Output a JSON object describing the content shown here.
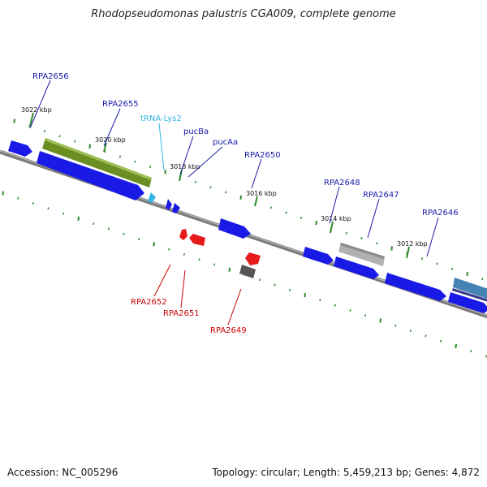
{
  "title": "Rhodopseudomonas palustris CGA009, complete genome",
  "footer": {
    "accession": "Accession: NC_005296",
    "stats": "Topology: circular; Length: 5,459,213 bp; Genes: 4,872"
  },
  "colors": {
    "backbone": "#808080",
    "tick": "#2e8b2e",
    "gene_forward": "#1a1ae6",
    "gene_reverse": "#e61a1a",
    "trna": "#33b5e5",
    "label_forward": "#1a1aa8",
    "label_reverse": "#cc0000",
    "label_trna": "#33b5e5",
    "olive_feature": "#6b8e23",
    "grey_feature": "#b0b0b0",
    "dark_feature": "#555555",
    "steel_feature": "#4682b4"
  },
  "scale_labels": [
    "3022 kbp",
    "3020 kbp",
    "3018 kbp",
    "3016 kbp",
    "3014 kbp",
    "3012 kbp"
  ],
  "gene_labels": [
    {
      "name": "RPA2656",
      "strand": "forward"
    },
    {
      "name": "RPA2655",
      "strand": "forward"
    },
    {
      "name": "tRNA-Lys2",
      "strand": "trna"
    },
    {
      "name": "pucBa",
      "strand": "forward"
    },
    {
      "name": "pucAa",
      "strand": "forward"
    },
    {
      "name": "RPA2650",
      "strand": "forward"
    },
    {
      "name": "RPA2648",
      "strand": "forward"
    },
    {
      "name": "RPA2647",
      "strand": "forward"
    },
    {
      "name": "RPA2646",
      "strand": "forward"
    },
    {
      "name": "RPA2652",
      "strand": "reverse"
    },
    {
      "name": "RPA2651",
      "strand": "reverse"
    },
    {
      "name": "RPA2649",
      "strand": "reverse"
    }
  ]
}
